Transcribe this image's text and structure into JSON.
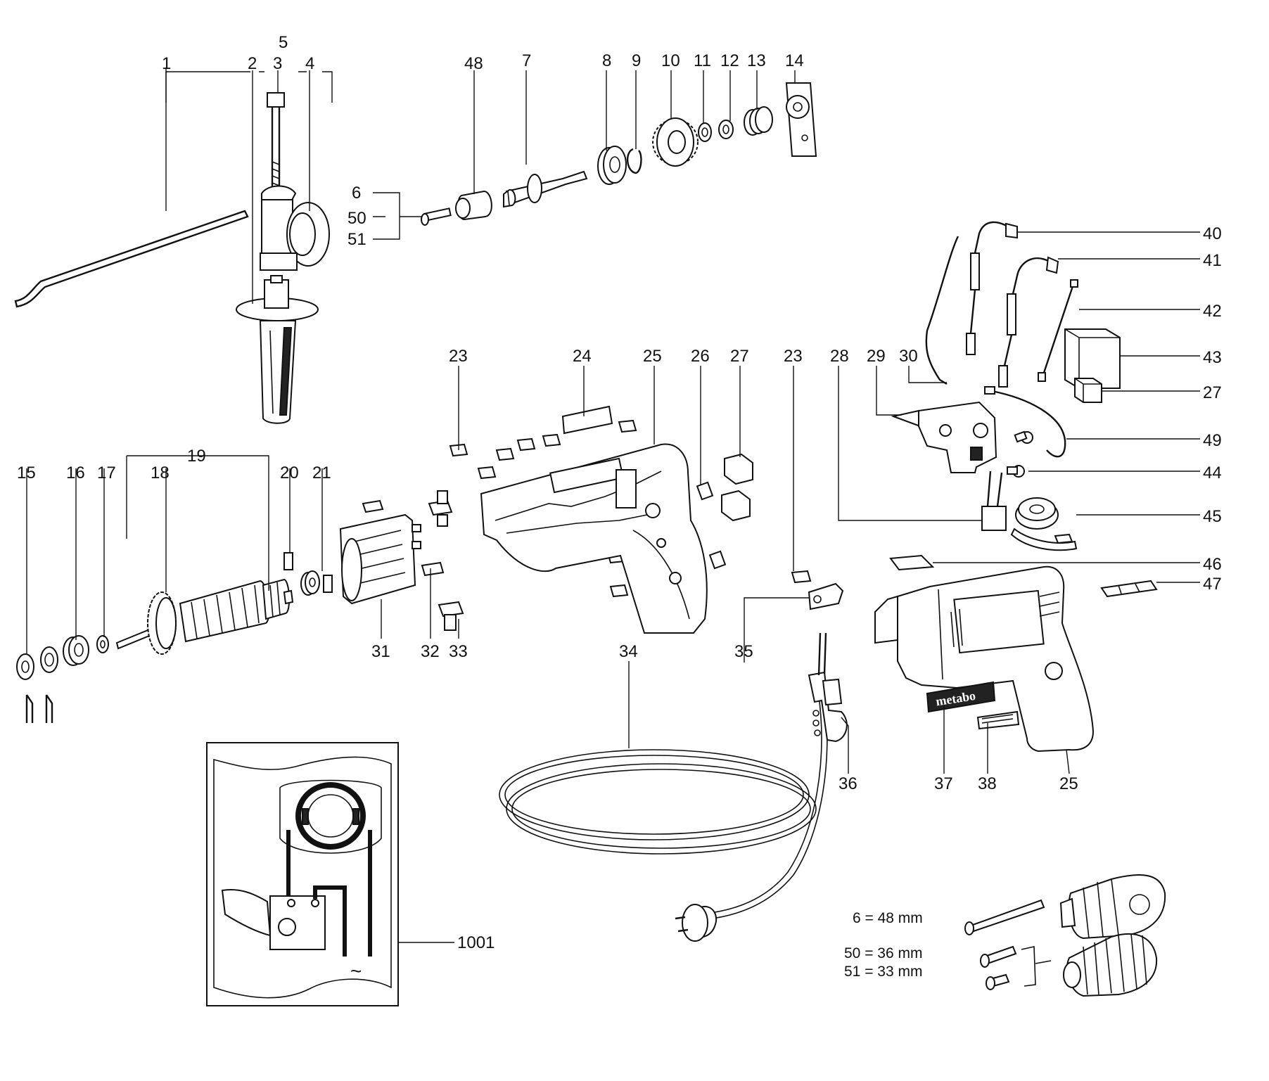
{
  "callouts": {
    "c1": "1",
    "c2": "2",
    "c3": "3",
    "c4": "4",
    "c5": "5",
    "c6": "6",
    "c48": "48",
    "c7": "7",
    "c8": "8",
    "c9": "9",
    "c10": "10",
    "c11": "11",
    "c12": "12",
    "c13": "13",
    "c14": "14",
    "c50": "50",
    "c51": "51",
    "c40": "40",
    "c41": "41",
    "c42": "42",
    "c43": "43",
    "c27r": "27",
    "c49": "49",
    "c44": "44",
    "c45": "45",
    "c46": "46",
    "c47": "47",
    "c23a": "23",
    "c24": "24",
    "c25a": "25",
    "c26": "26",
    "c27a": "27",
    "c23b": "23",
    "c28": "28",
    "c29": "29",
    "c30": "30",
    "c15": "15",
    "c16": "16",
    "c17": "17",
    "c18": "18",
    "c19": "19",
    "c20": "20",
    "c21": "21",
    "c31": "31",
    "c32": "32",
    "c33": "33",
    "c34": "34",
    "c35": "35",
    "c36": "36",
    "c37": "37",
    "c38": "38",
    "c25b": "25",
    "c1001": "1001"
  },
  "notes": {
    "n6": "6 = 48 mm",
    "n50": "50 = 36 mm",
    "n51": "51 = 33 mm"
  },
  "brand": "metabo",
  "wiring_symbol": "~"
}
